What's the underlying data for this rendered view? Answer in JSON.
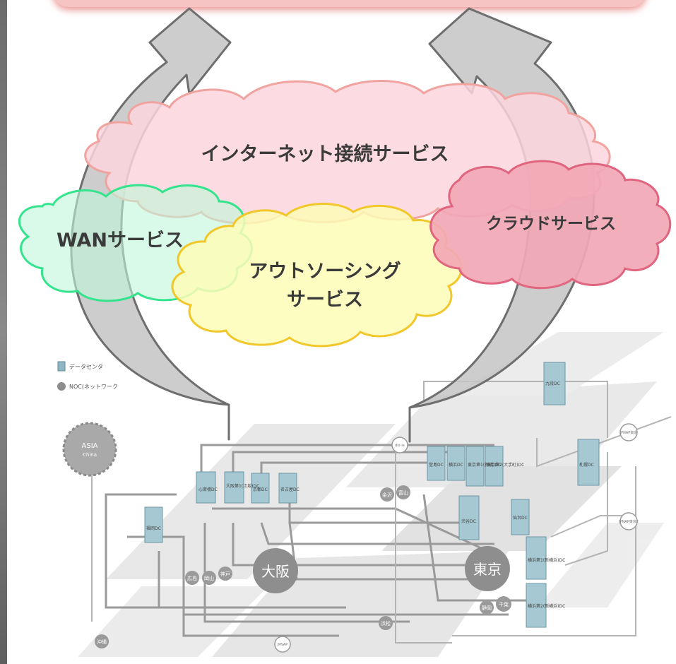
{
  "clouds": {
    "internet": "インターネット接続サービス",
    "wan": "WANサービス",
    "outsourcing_line1": "アウトソーシング",
    "outsourcing_line2": "サービス",
    "cloud": "クラウドサービス"
  },
  "map": {
    "legend": [
      "データセンタ",
      "NOC(ネットワーク"
    ],
    "asia": "ASIA",
    "asia_sub": "China",
    "osaka": "大阪",
    "tokyo": "東京",
    "dc_labels": [
      "心斎橋DC",
      "大阪第1(江坂)DC",
      "京都DC",
      "名古屋DC",
      "福岡DC",
      "堂島DC",
      "横浜DC",
      "東京第1(新宿)DC",
      "東京第2(大手町)DC",
      "渋谷DC",
      "仙台DC",
      "札幌DC",
      "九段DC",
      "横浜第1(新横浜)DC",
      "横浜第2(新横浜)DC"
    ],
    "noc_labels": [
      "広島",
      "岡山",
      "神戸",
      "金沢",
      "富山",
      "浜松",
      "千葉",
      "静岡",
      "沖縄"
    ],
    "ix_labels": [
      "JPNAP東京",
      "JPNAP東京2",
      "JPNAP",
      "dix-ie"
    ]
  },
  "colors": {
    "internet_fill": "#fbd6dd",
    "internet_stroke": "#f0a39f",
    "wan_fill": "#bff6d8",
    "wan_stroke": "#33e48d",
    "outsourcing_fill": "#fdfbb6",
    "outsourcing_stroke": "#f1c72b",
    "cloud_fill": "#f2a7b5",
    "cloud_stroke": "#e0657f",
    "arrow_fill": "#c9c9c9",
    "arrow_stroke": "#6e6e6e"
  }
}
